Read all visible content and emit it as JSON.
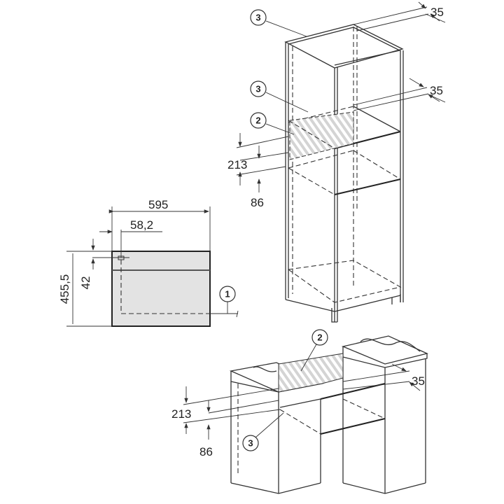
{
  "figure": {
    "oven_front": {
      "width": "595",
      "panel_offset": "58,2",
      "height": "455,5",
      "panel_height": "42",
      "callout": "1"
    },
    "tall_cabinet": {
      "top_gap": "35",
      "shelf_gap": "35",
      "vent_opening": "213",
      "shelf_offset": "86",
      "callout_top": "3",
      "callout_shelf": "3",
      "callout_vent": "2"
    },
    "under_counter": {
      "gap": "35",
      "vent_opening": "213",
      "shelf_offset": "86",
      "callout_vent": "2",
      "callout_shelf": "3"
    }
  },
  "colors": {
    "line": "#333333",
    "panel": "#e3e3e3",
    "hatch": "#d0d0d0"
  }
}
